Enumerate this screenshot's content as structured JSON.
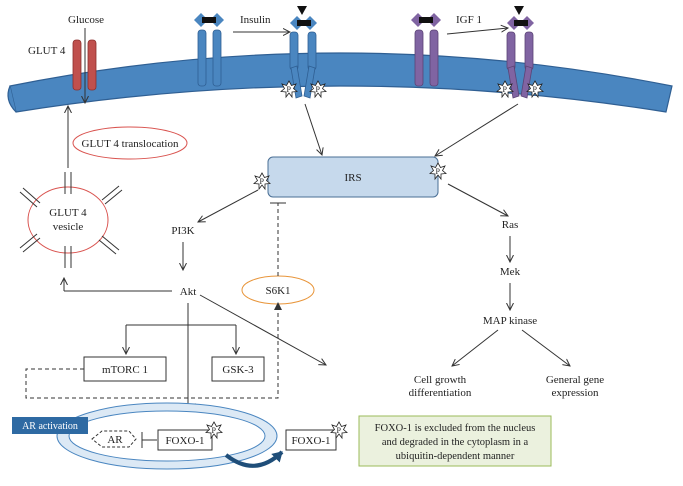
{
  "labels": {
    "glucose": "Glucose",
    "glut4": "GLUT 4",
    "insulin": "Insulin",
    "igf1": "IGF 1",
    "glut4_translocation": "GLUT 4 translocation",
    "glut4_vesicle_line1": "GLUT 4",
    "glut4_vesicle_line2": "vesicle",
    "irs": "IRS",
    "pi3k": "PI3K",
    "akt": "Akt",
    "s6k1": "S6K1",
    "ras": "Ras",
    "mek": "Mek",
    "map_kinase": "MAP kinase",
    "mtorc1": "mTORC 1",
    "gsk3": "GSK-3",
    "cell_growth_line1": "Cell growth",
    "cell_growth_line2": "differentiation",
    "gene_expr_line1": "General gene",
    "gene_expr_line2": "expression",
    "ar_activation": "AR activation",
    "ar": "AR",
    "foxo1_nuclear": "FOXO-1",
    "foxo1_cytoplasm": "FOXO-1",
    "phospho": "P",
    "note_line1": "FOXO-1 is excluded from the nucleus",
    "note_line2": "and degraded in the cytoplasm in a",
    "note_line3": "ubiquitin-dependent manner"
  },
  "colors": {
    "membrane": "#4a86c0",
    "membrane_stroke": "#2f5f93",
    "glut4_transporter": "#c0504d",
    "insulin_receptor": "#4a86c0",
    "igf1_receptor": "#8064a2",
    "irs_fill": "#c6d9ec",
    "translocation_oval": "#d9534f",
    "s6k1_oval": "#e8953a",
    "nucleus_ring": "#9dc3e6",
    "ar_activation_box": "#2e6aa3",
    "note_fill": "#ebf1de",
    "note_border": "#9bbb59",
    "line": "#333333"
  }
}
